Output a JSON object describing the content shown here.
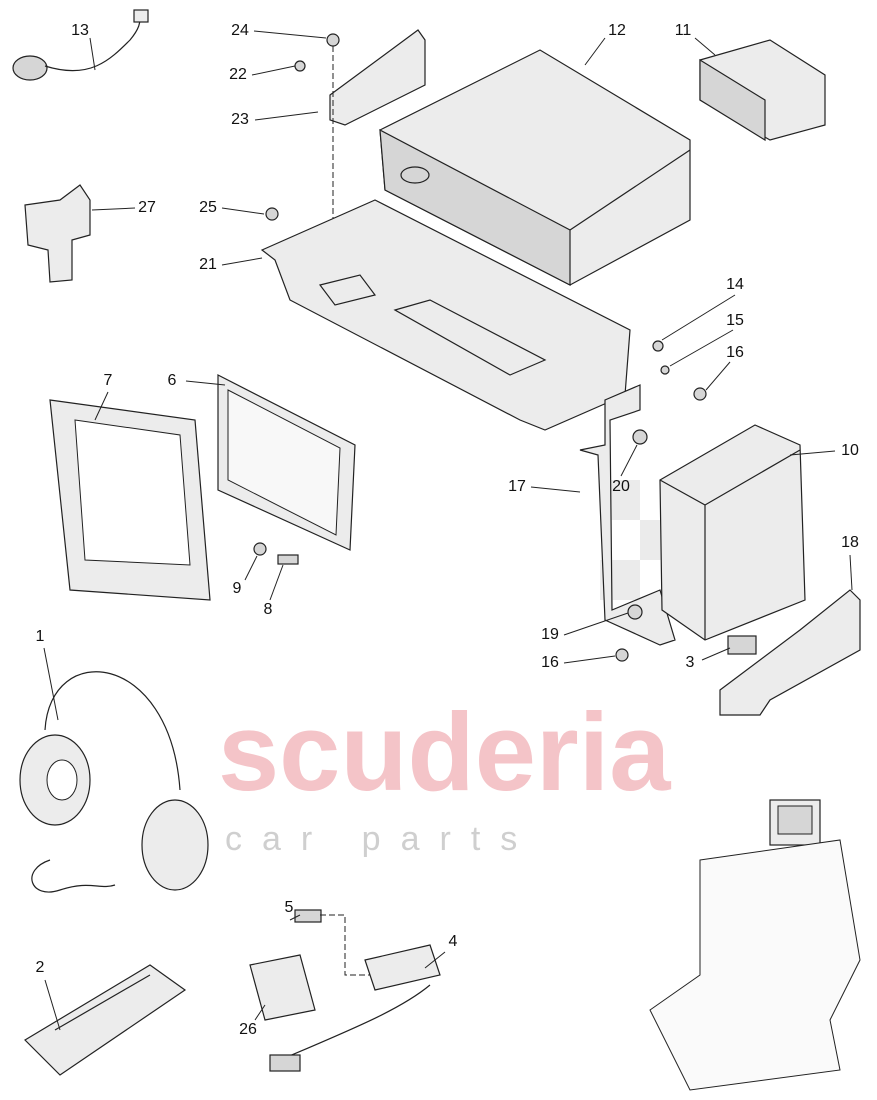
{
  "watermark": {
    "brand": "scuderia",
    "sub": "car parts"
  },
  "callouts": {
    "c1": "1",
    "c2": "2",
    "c3": "3",
    "c4": "4",
    "c5": "5",
    "c6": "6",
    "c7": "7",
    "c8": "8",
    "c9": "9",
    "c10": "10",
    "c11": "11",
    "c12": "12",
    "c13": "13",
    "c14": "14",
    "c15": "15",
    "c16a": "16",
    "c16b": "16",
    "c17": "17",
    "c18": "18",
    "c19": "19",
    "c20": "20",
    "c21": "21",
    "c22": "22",
    "c23": "23",
    "c24": "24",
    "c25": "25",
    "c26": "26",
    "c27": "27"
  }
}
